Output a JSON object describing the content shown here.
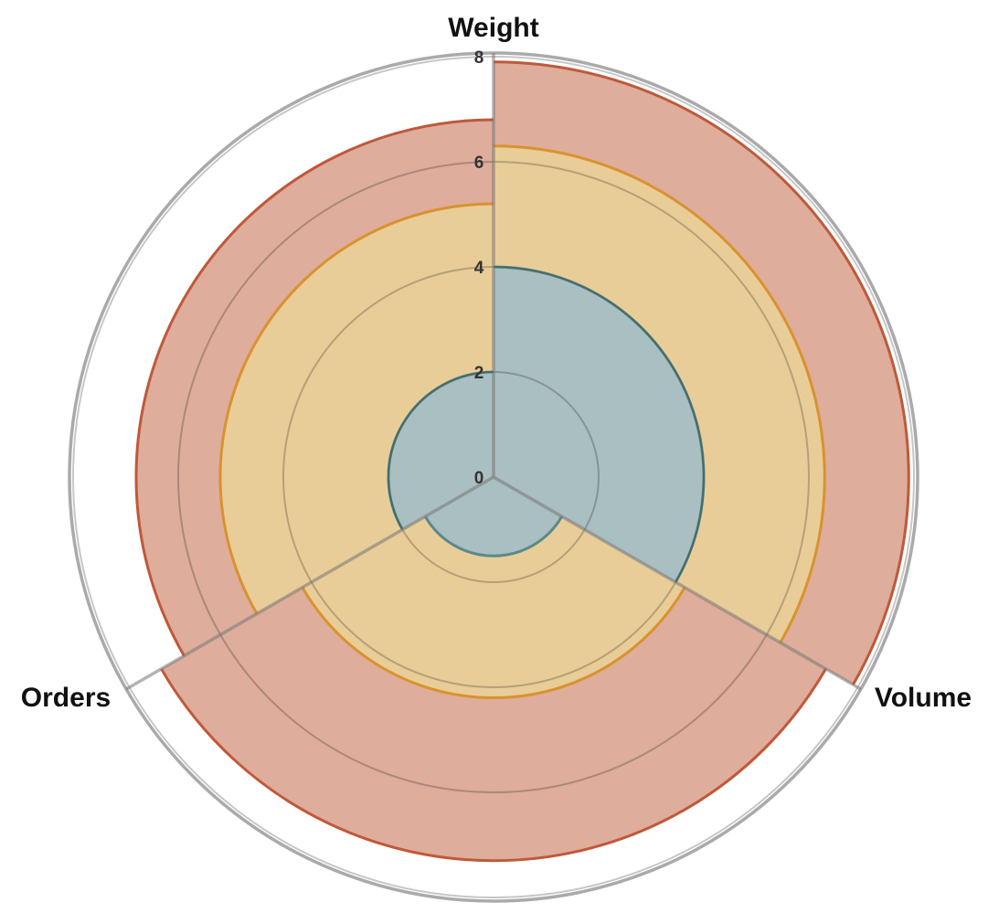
{
  "chart_data": {
    "type": "radar",
    "axes": [
      "Weight",
      "Volume",
      "Orders"
    ],
    "radial_ticks": [
      "0",
      "2",
      "4",
      "6",
      "8"
    ],
    "rmax": 8,
    "series": [
      {
        "values": [
          7.9,
          7.3,
          6.8
        ],
        "color": "#c0583a",
        "fill": "#dca996"
      },
      {
        "values": [
          6.3,
          4.2,
          5.2
        ],
        "color": "#d9922e",
        "fill": "#e9cf98"
      },
      {
        "values": [
          4.0,
          1.5,
          2.0
        ],
        "color": "#5a8a8a",
        "fill": "#a6bec4"
      }
    ],
    "grid": true
  }
}
